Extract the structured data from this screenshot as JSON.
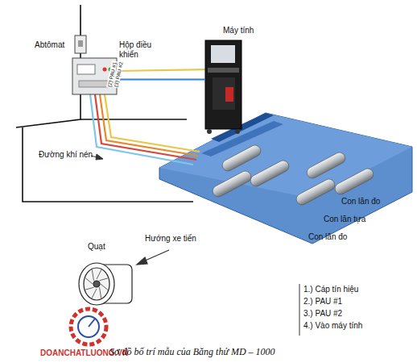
{
  "diagram": {
    "caption": "Sơ đồ bố trí mẫu của Băng thử MD – 1000",
    "nodes": [
      {
        "text": [
          "Abtômat"
        ]
      },
      {
        "text": [
          "Hộp điều khiển"
        ]
      },
      {
        "text": [
          "Máy tính"
        ]
      },
      {
        "text": [
          "Quạt"
        ]
      }
    ],
    "edges": [
      {
        "from": 0,
        "to": 1,
        "arrow": "none"
      },
      {
        "from": 1,
        "to": 2,
        "arrow": "none"
      }
    ],
    "labels": [
      "Đường khí nén",
      "(2) PAU #1",
      "(3) PAU #2",
      "Con lăn đo",
      "Con lăn tựa",
      "Con lăn đo",
      "Hướng xe tiến",
      "1.) Cáp tín hiệu",
      "2.) PAU #1",
      "3.) PAU #2",
      "4.) Vào máy tính",
      "DOANCHATLUONG.VN"
    ]
  }
}
